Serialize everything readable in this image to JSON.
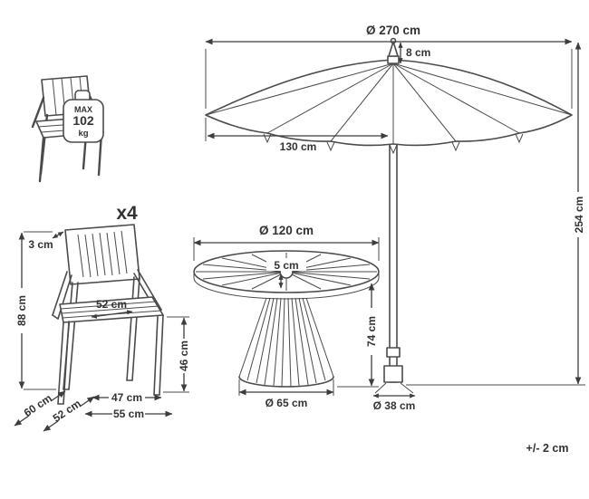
{
  "page": {
    "background": "#ffffff",
    "line_color": "#4b4b4b",
    "text_color": "#333333"
  },
  "weight_badge": {
    "max_label": "MAX",
    "value": "102",
    "unit": "kg"
  },
  "chair": {
    "quantity_label": "x4",
    "dims": {
      "back_thickness": "3 cm",
      "height": "88 cm",
      "seat_width": "52 cm",
      "seat_height": "46 cm",
      "depth": "60 cm",
      "seat_depth": "52 cm",
      "front_width": "47 cm",
      "overall_width": "55 cm"
    }
  },
  "umbrella": {
    "dims": {
      "diameter": "Ø 270 cm",
      "pole_width": "8 cm",
      "height": "254 cm",
      "half_span": "130 cm",
      "base_diameter": "Ø 38 cm"
    }
  },
  "table": {
    "dims": {
      "top_diameter": "Ø 120 cm",
      "top_thickness": "5 cm",
      "height": "74 cm",
      "base_diameter": "Ø 65 cm"
    }
  },
  "footer": {
    "tolerance": "+/- 2 cm"
  }
}
